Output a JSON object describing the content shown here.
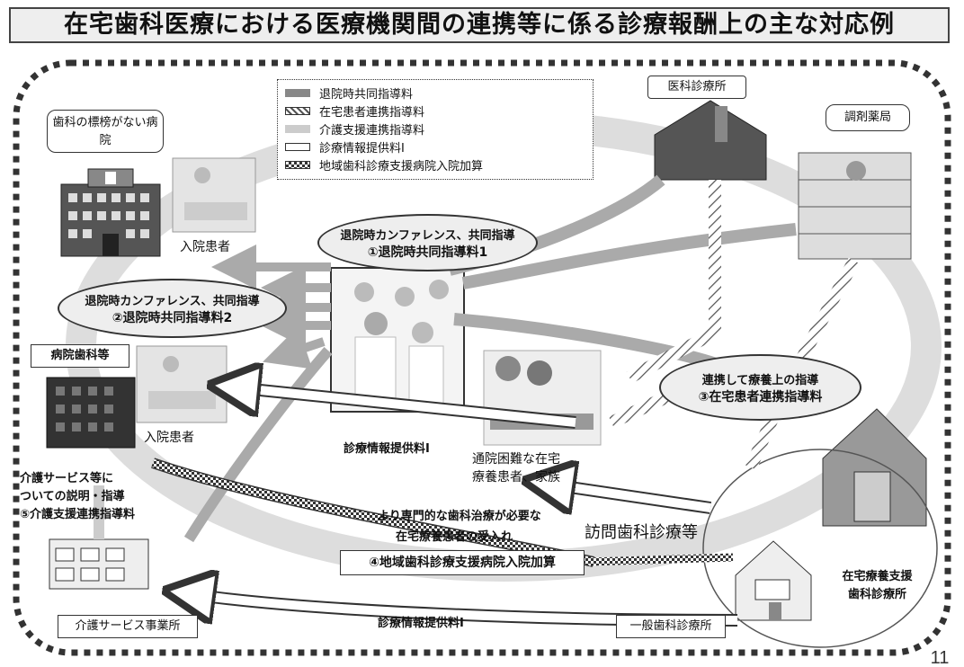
{
  "title": "在宅歯科医療における医療機関間の連携等に係る診療報酬上の主な対応例",
  "page_number": "11",
  "legend": [
    {
      "label": "退院時共同指導料",
      "style": "solid-gray"
    },
    {
      "label": "在宅患者連携指導料",
      "style": "hatched"
    },
    {
      "label": "介護支援連携指導料",
      "style": "light-gray"
    },
    {
      "label": "診療情報提供料Ⅰ",
      "style": "white-outline"
    },
    {
      "label": "地域歯科診療支援病院入院加算",
      "style": "checkered"
    }
  ],
  "nodes": {
    "hospital_no_dental": "歯科の標榜がない病院",
    "inpatient_top": "入院患者",
    "medical_clinic": "医科診療所",
    "pharmacy": "調剤薬局",
    "hospital_dental": "病院歯科等",
    "inpatient_bottom": "入院患者",
    "home_patient_line1": "通院困難な在宅",
    "home_patient_line2": "療養患者、家族",
    "care_office": "介護サービス事業所",
    "general_clinic": "一般歯科診療所",
    "home_support_line1": "在宅療養支援",
    "home_support_line2": "歯科診療所"
  },
  "ellipses": {
    "discharge1_line1": "退院時カンファレンス、共同指導",
    "discharge1_line2": "①退院時共同指導料1",
    "discharge2_line1": "退院時カンファレンス、共同指導",
    "discharge2_line2": "②退院時共同指導料2",
    "cooperation_line1": "連携して療養上の指導",
    "cooperation_line2": "③在宅患者連携指導料"
  },
  "annotations": {
    "info_fee_middle": "診療情報提供料Ⅰ",
    "care_explain_line1": "介護サービス等に",
    "care_explain_line2": "ついての説明・指導",
    "care_explain_line3": "⑤介護支援連携指導料",
    "specialist_line1": "より専門的な歯科治療が必要な",
    "specialist_line2": "在宅療養患者の受入れ",
    "regional_addon": "④地域歯科診療支援病院入院加算",
    "home_visit": "訪問歯科診療等",
    "info_fee_bottom": "診療情報提供料Ⅰ"
  }
}
